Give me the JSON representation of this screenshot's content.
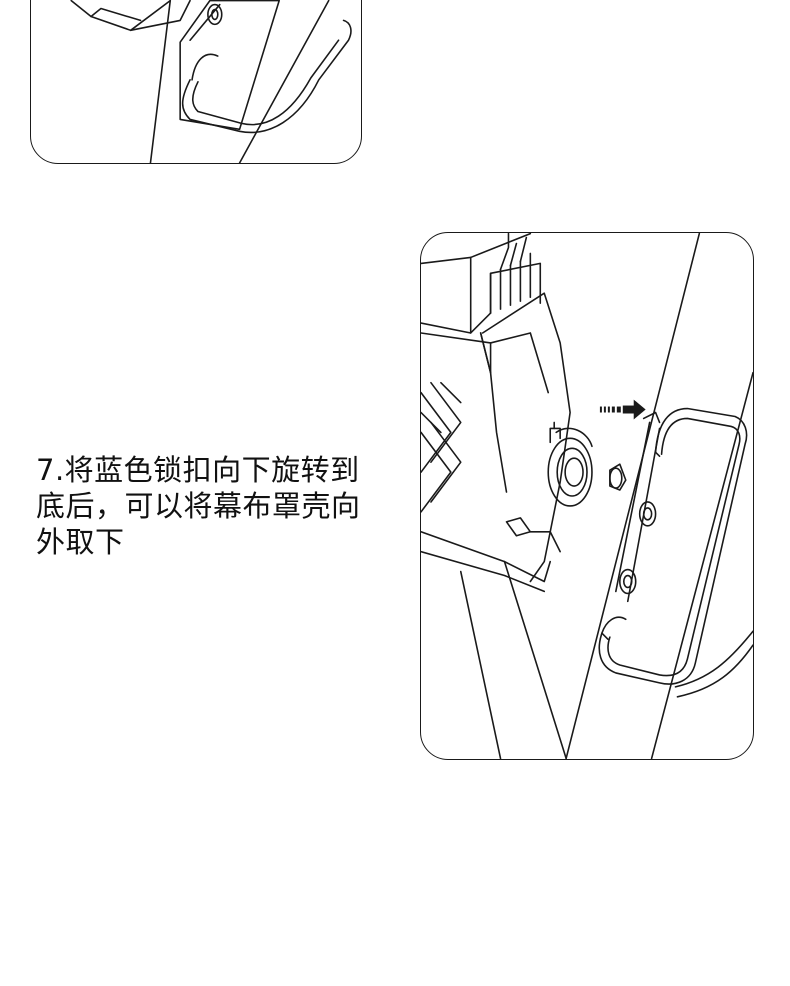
{
  "instruction": {
    "line1": "7.将蓝色锁扣向下旋转到",
    "line2": "底后，可以将幕布罩壳向",
    "line3": "外取下"
  },
  "colors": {
    "line": "#1a1a1a",
    "background": "#ffffff",
    "text": "#111111"
  },
  "icons": {
    "arrow": "direction-arrow-right"
  }
}
